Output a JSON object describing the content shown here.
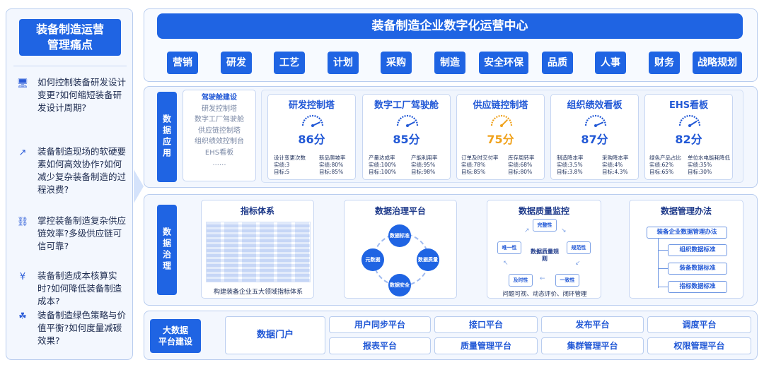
{
  "left_panel": {
    "title_line1": "装备制造运营",
    "title_line2": "管理痛点",
    "pains": [
      {
        "icon": "monitor-icon",
        "text": "如何控制装备研发设计变更?如何缩短装备研发设计周期?"
      },
      {
        "icon": "trend-icon",
        "text": "装备制造现场的软硬要素如何高效协作?如何减少复杂装备制造的过程浪费?"
      },
      {
        "icon": "supply-chain-icon",
        "text": "掌控装备制造复杂供应链效率?多级供应链可信可靠?"
      },
      {
        "icon": "yen-icon",
        "text": "装备制造成本核算实时?如何降低装备制造成本?"
      },
      {
        "icon": "leaf-icon",
        "text": "装备制造绿色策略与价值平衡?如何度量减碳效果?"
      }
    ]
  },
  "header": {
    "title": "装备制造企业数字化运营中心",
    "depts": [
      "营销",
      "研发",
      "工艺",
      "计划",
      "采购",
      "制造",
      "安全环保",
      "品质",
      "人事",
      "财务",
      "战略规划"
    ]
  },
  "data_app": {
    "label": "数据应用",
    "list_title": "驾驶舱建设",
    "list_items": [
      "研发控制塔",
      "数字工厂驾驶舱",
      "供应链控制塔",
      "组织绩效控制台",
      "EHS看板",
      "......"
    ],
    "cards": [
      {
        "title": "研发控制塔",
        "score": "86分",
        "score_value": 86,
        "color": "#2158d6",
        "m1": {
          "name": "设计变更次数",
          "actual": "实绩:3",
          "target": "目标:5"
        },
        "m2": {
          "name": "新品爬坡率",
          "actual": "实绩:80%",
          "target": "目标:85%"
        }
      },
      {
        "title": "数字工厂驾驶舱",
        "score": "85分",
        "score_value": 85,
        "color": "#2158d6",
        "m1": {
          "name": "产量达成率",
          "actual": "实绩:100%",
          "target": "目标:100%"
        },
        "m2": {
          "name": "产能利用率",
          "actual": "实绩:95%",
          "target": "目标:98%"
        }
      },
      {
        "title": "供应链控制塔",
        "score": "75分",
        "score_value": 75,
        "color": "#f0a21c",
        "m1": {
          "name": "订单及时交付率",
          "actual": "实绩:78%",
          "target": "目标:85%"
        },
        "m2": {
          "name": "库存周转率",
          "actual": "实绩:68%",
          "target": "目标:80%"
        }
      },
      {
        "title": "组织绩效看板",
        "score": "87分",
        "score_value": 87,
        "color": "#2158d6",
        "m1": {
          "name": "制造降本率",
          "actual": "实绩:3.5%",
          "target": "目标:3.8%"
        },
        "m2": {
          "name": "采购降本率",
          "actual": "实绩:4%",
          "target": "目标:4.3%"
        }
      },
      {
        "title": "EHS看板",
        "score": "82分",
        "score_value": 82,
        "color": "#2158d6",
        "m1": {
          "name": "绿色产品占比",
          "actual": "实绩:62%",
          "target": "目标:65%"
        },
        "m2": {
          "name": "单位水电能耗降低",
          "actual": "实绩:35%",
          "target": "目标:30%"
        }
      }
    ]
  },
  "data_gov": {
    "label": "数据治理",
    "indicator": {
      "title": "指标体系",
      "caption": "构建装备企业五大领域指标体系"
    },
    "platform": {
      "title": "数据治理平台",
      "nodes": [
        "数据标准",
        "数据质量",
        "数据安全",
        "元数据"
      ]
    },
    "quality": {
      "title": "数据质量监控",
      "nodes": [
        "完整性",
        "规范性",
        "一致性",
        "及时性",
        "唯一性"
      ],
      "center": "数据质量规则",
      "caption": "问题可视、动态评价、闭环管理"
    },
    "method": {
      "title": "数据管理办法",
      "root": "装备企业数据管理办法",
      "items": [
        "组织数据标准",
        "装备数据标准",
        "指标数据标准"
      ]
    }
  },
  "big_data": {
    "label_line1": "大数据",
    "label_line2": "平台建设",
    "portal": "数据门户",
    "platforms": [
      "用户同步平台",
      "接口平台",
      "发布平台",
      "调度平台",
      "报表平台",
      "质量管理平台",
      "集群管理平台",
      "权限管理平台"
    ]
  }
}
